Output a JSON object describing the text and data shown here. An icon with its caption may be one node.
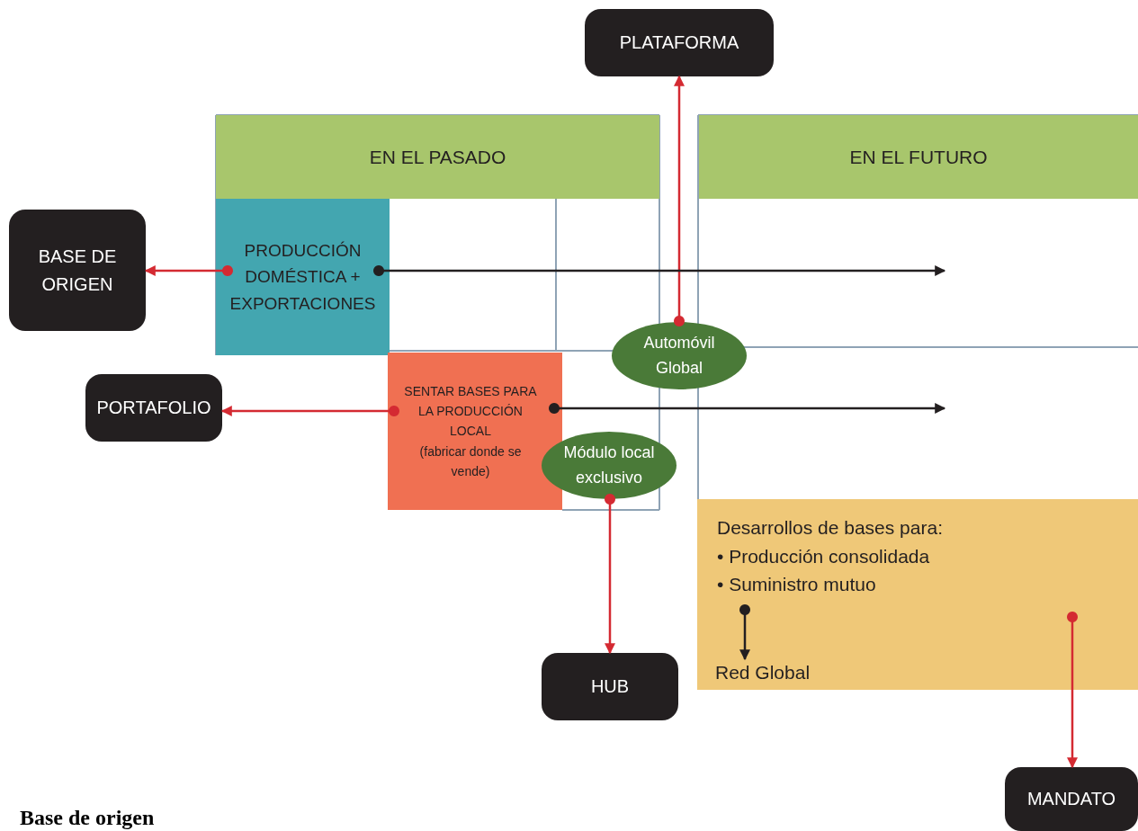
{
  "diagram": {
    "nodes": [
      {
        "text": [
          "PLATAFORMA"
        ]
      },
      {
        "text": [
          "EN EL PASADO"
        ]
      },
      {
        "text": [
          "EN EL FUTURO"
        ]
      },
      {
        "text": [
          "BASE DE ORIGEN"
        ]
      },
      {
        "text": [
          "PRODUCCIÓN DOMÉSTICA + EXPORTACIONES"
        ]
      },
      {
        "text": [
          "Automóvil Global"
        ]
      },
      {
        "text": [
          "PORTAFOLIO"
        ]
      },
      {
        "text": [
          "SENTAR BASES PARA LA PRODUCCIÓN LOCAL",
          "(fabricar donde se vende)"
        ]
      },
      {
        "text": [
          "Módulo local exclusivo"
        ]
      },
      {
        "text": [
          "Desarrollos de bases para:",
          "• Producción consolidada",
          "• Suministro mutuo"
        ]
      },
      {
        "text": [
          "Red Global"
        ],
        "in": 9
      },
      {
        "text": [
          "HUB"
        ]
      },
      {
        "text": [
          "MANDATO"
        ]
      }
    ],
    "edges": [
      {
        "from": 4,
        "to": 3,
        "arrow": "to"
      },
      {
        "from": 5,
        "to": 0,
        "arrow": "to"
      },
      {
        "from": 7,
        "to": 6,
        "arrow": "to"
      },
      {
        "from": 8,
        "to": 11,
        "arrow": "to"
      },
      {
        "from": 9,
        "to": 12,
        "arrow": "to"
      },
      {
        "from": 4,
        "to": null,
        "arrow": "to",
        "color": "#231f20"
      },
      {
        "from": 7,
        "to": null,
        "arrow": "to",
        "color": "#231f20"
      },
      {
        "from": null,
        "to": 10,
        "arrow": "to",
        "color": "#231f20"
      }
    ],
    "labels": [
      "Base de origen"
    ]
  }
}
